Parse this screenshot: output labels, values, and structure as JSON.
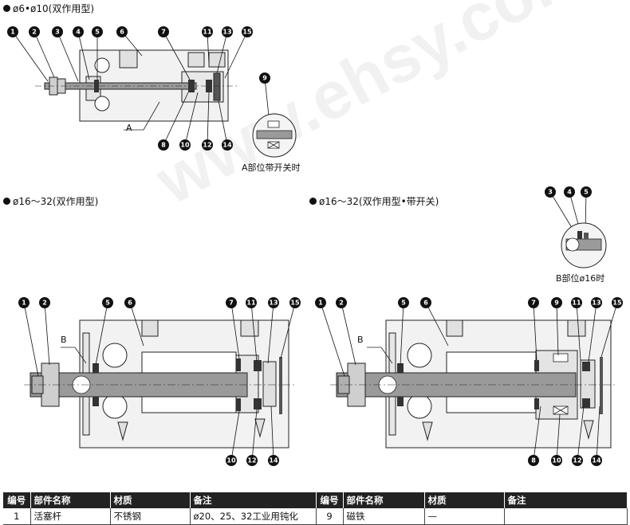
{
  "headings": {
    "top_left": "ø6•ø10(双作用型)",
    "mid_left": "ø16～32(双作用型)",
    "mid_right": "ø16～32(双作用型•带开关)"
  },
  "captions": {
    "detail_a": "A部位带开关时",
    "detail_b": "B部位ø16时",
    "label_a": "A",
    "label_b_left": "B",
    "label_b_right": "B"
  },
  "watermark": "www.ehsy.com",
  "table": {
    "headers": [
      "编号",
      "部件名称",
      "材质",
      "备注",
      "编号",
      "部件名称",
      "材质",
      "备注"
    ],
    "rows": [
      [
        "1",
        "活塞杆",
        "不锈钢",
        "ø20、25、32工业用钝化",
        "9",
        "磁铁",
        "—",
        ""
      ]
    ]
  },
  "colors": {
    "body_fill": "#f2f2f2",
    "rod_fill": "#9a9a9a",
    "outline": "#222222",
    "callout": "#111111"
  }
}
